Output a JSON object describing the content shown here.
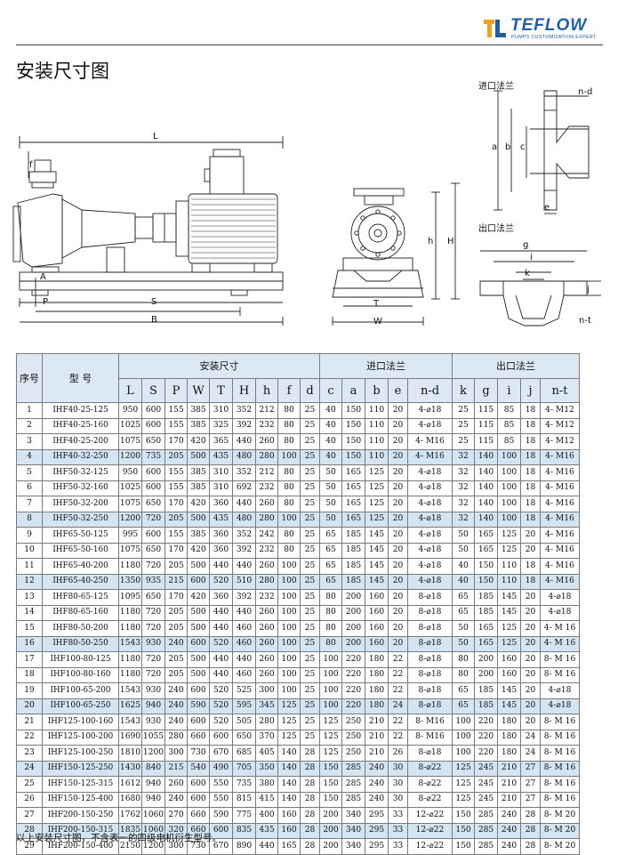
{
  "brand": {
    "name": "TEFLOW",
    "tagline": "PUMPS CUSTOMIZATION EXPERT",
    "colors": {
      "primary": "#1f5fa8",
      "accent": "#f2a11b"
    }
  },
  "page": {
    "title": "安装尺寸图"
  },
  "drawing_labels": {
    "inlet_flange": "进口法兰",
    "outlet_flange": "出口法兰",
    "dims": [
      "L",
      "f",
      "A",
      "P",
      "S",
      "B",
      "T",
      "W",
      "H",
      "h",
      "n-d",
      "a",
      "b",
      "c",
      "e",
      "n-t",
      "g",
      "i",
      "k",
      "j"
    ]
  },
  "table": {
    "group_headers": {
      "seq": "序号",
      "model": "型 号",
      "install": "安装尺寸",
      "inlet": "进口法兰",
      "outlet": "出口法兰"
    },
    "columns": [
      "L",
      "S",
      "P",
      "W",
      "T",
      "H",
      "h",
      "f",
      "d",
      "c",
      "a",
      "b",
      "e",
      "n-d",
      "k",
      "g",
      "i",
      "j",
      "n-t"
    ],
    "rows": [
      [
        "1",
        "IHF40-25-125",
        "950",
        "600",
        "155",
        "385",
        "310",
        "352",
        "212",
        "80",
        "25",
        "40",
        "150",
        "110",
        "20",
        "4-⌀18",
        "25",
        "115",
        "85",
        "18",
        "4- M12"
      ],
      [
        "2",
        "IHF40-25-160",
        "1025",
        "600",
        "155",
        "385",
        "325",
        "392",
        "232",
        "80",
        "25",
        "40",
        "150",
        "110",
        "20",
        "4-⌀18",
        "25",
        "115",
        "85",
        "18",
        "4- M12"
      ],
      [
        "3",
        "IHF40-25-200",
        "1075",
        "650",
        "170",
        "420",
        "365",
        "440",
        "260",
        "80",
        "25",
        "40",
        "150",
        "110",
        "20",
        "4- M16",
        "25",
        "115",
        "85",
        "18",
        "4- M12"
      ],
      [
        "4",
        "IHF40-32-250",
        "1200",
        "735",
        "205",
        "500",
        "435",
        "480",
        "280",
        "100",
        "25",
        "40",
        "150",
        "110",
        "20",
        "4- M16",
        "32",
        "140",
        "100",
        "18",
        "4- M16"
      ],
      [
        "5",
        "IHF50-32-125",
        "950",
        "600",
        "155",
        "385",
        "310",
        "352",
        "212",
        "80",
        "25",
        "50",
        "165",
        "125",
        "20",
        "4-⌀18",
        "32",
        "140",
        "100",
        "18",
        "4- M16"
      ],
      [
        "6",
        "IHF50-32-160",
        "1025",
        "600",
        "155",
        "385",
        "310",
        "692",
        "232",
        "80",
        "25",
        "50",
        "165",
        "125",
        "20",
        "4-⌀18",
        "32",
        "140",
        "100",
        "18",
        "4- M16"
      ],
      [
        "7",
        "IHF50-32-200",
        "1075",
        "650",
        "170",
        "420",
        "360",
        "440",
        "260",
        "80",
        "25",
        "50",
        "165",
        "125",
        "20",
        "4-⌀18",
        "32",
        "140",
        "100",
        "18",
        "4- M16"
      ],
      [
        "8",
        "IHF50-32-250",
        "1200",
        "720",
        "205",
        "500",
        "435",
        "480",
        "280",
        "100",
        "25",
        "50",
        "165",
        "125",
        "20",
        "4-⌀18",
        "32",
        "140",
        "100",
        "18",
        "4- M16"
      ],
      [
        "9",
        "IHF65-50-125",
        "995",
        "600",
        "155",
        "385",
        "360",
        "352",
        "242",
        "80",
        "25",
        "65",
        "185",
        "145",
        "20",
        "4-⌀18",
        "50",
        "165",
        "125",
        "20",
        "4- M16"
      ],
      [
        "10",
        "IHF65-50-160",
        "1075",
        "650",
        "170",
        "420",
        "360",
        "392",
        "232",
        "80",
        "25",
        "65",
        "185",
        "145",
        "20",
        "4-⌀18",
        "50",
        "165",
        "125",
        "20",
        "4- M16"
      ],
      [
        "11",
        "IHF65-40-200",
        "1180",
        "720",
        "205",
        "500",
        "440",
        "440",
        "260",
        "100",
        "25",
        "65",
        "185",
        "145",
        "20",
        "4-⌀18",
        "40",
        "150",
        "110",
        "18",
        "4- M16"
      ],
      [
        "12",
        "IHF65-40-250",
        "1350",
        "935",
        "215",
        "600",
        "520",
        "510",
        "280",
        "100",
        "25",
        "65",
        "185",
        "145",
        "20",
        "4-⌀18",
        "40",
        "150",
        "110",
        "18",
        "4- M16"
      ],
      [
        "13",
        "IHF80-65-125",
        "1095",
        "650",
        "170",
        "420",
        "360",
        "392",
        "232",
        "100",
        "25",
        "80",
        "200",
        "160",
        "20",
        "8-⌀18",
        "65",
        "185",
        "145",
        "20",
        "4-⌀18"
      ],
      [
        "14",
        "IHF80-65-160",
        "1180",
        "720",
        "205",
        "500",
        "440",
        "440",
        "260",
        "100",
        "25",
        "80",
        "200",
        "160",
        "20",
        "8-⌀18",
        "65",
        "185",
        "145",
        "20",
        "4-⌀18"
      ],
      [
        "15",
        "IHF80-50-200",
        "1180",
        "720",
        "205",
        "500",
        "440",
        "460",
        "260",
        "100",
        "25",
        "80",
        "200",
        "160",
        "20",
        "8-⌀18",
        "50",
        "165",
        "125",
        "20",
        "4- M 16"
      ],
      [
        "16",
        "IHF80-50-250",
        "1543",
        "930",
        "240",
        "600",
        "520",
        "460",
        "260",
        "100",
        "25",
        "80",
        "200",
        "160",
        "20",
        "8-⌀18",
        "50",
        "165",
        "125",
        "20",
        "4- M 16"
      ],
      [
        "17",
        "IHF100-80-125",
        "1180",
        "720",
        "205",
        "500",
        "440",
        "440",
        "260",
        "100",
        "25",
        "100",
        "220",
        "180",
        "22",
        "8-⌀18",
        "80",
        "200",
        "160",
        "20",
        "8- M 16"
      ],
      [
        "18",
        "IHF100-80-160",
        "1180",
        "720",
        "205",
        "500",
        "440",
        "460",
        "260",
        "100",
        "25",
        "100",
        "220",
        "180",
        "22",
        "8-⌀18",
        "80",
        "200",
        "160",
        "20",
        "8- M 16"
      ],
      [
        "19",
        "IHF100-65-200",
        "1543",
        "930",
        "240",
        "600",
        "520",
        "525",
        "300",
        "100",
        "25",
        "100",
        "220",
        "180",
        "22",
        "8-⌀18",
        "65",
        "185",
        "145",
        "20",
        "4-⌀18"
      ],
      [
        "20",
        "IHF100-65-250",
        "1625",
        "940",
        "240",
        "590",
        "520",
        "595",
        "345",
        "125",
        "25",
        "100",
        "220",
        "180",
        "24",
        "8-⌀18",
        "65",
        "185",
        "145",
        "20",
        "4-⌀18"
      ],
      [
        "21",
        "IHF125-100-160",
        "1543",
        "930",
        "240",
        "600",
        "520",
        "505",
        "280",
        "125",
        "25",
        "125",
        "250",
        "210",
        "22",
        "8- M16",
        "100",
        "220",
        "180",
        "20",
        "8- M 16"
      ],
      [
        "22",
        "IHF125-100-200",
        "1690",
        "1055",
        "280",
        "660",
        "600",
        "650",
        "370",
        "125",
        "25",
        "125",
        "250",
        "210",
        "22",
        "8- M16",
        "100",
        "220",
        "180",
        "24",
        "8- M 16"
      ],
      [
        "23",
        "IHF125-100-250",
        "1810",
        "1200",
        "300",
        "730",
        "670",
        "685",
        "405",
        "140",
        "28",
        "125",
        "250",
        "210",
        "26",
        "8-⌀18",
        "100",
        "220",
        "180",
        "24",
        "8- M 16"
      ],
      [
        "24",
        "IHF150-125-250",
        "1430",
        "840",
        "215",
        "540",
        "490",
        "705",
        "350",
        "140",
        "28",
        "150",
        "285",
        "240",
        "30",
        "8-⌀22",
        "125",
        "245",
        "210",
        "27",
        "8- M 16"
      ],
      [
        "25",
        "IHF150-125-315",
        "1612",
        "940",
        "260",
        "600",
        "550",
        "735",
        "380",
        "140",
        "28",
        "150",
        "285",
        "240",
        "30",
        "8-⌀22",
        "125",
        "245",
        "210",
        "27",
        "8- M 16"
      ],
      [
        "26",
        "IHF150-125-400",
        "1680",
        "940",
        "240",
        "600",
        "550",
        "815",
        "415",
        "140",
        "28",
        "150",
        "285",
        "240",
        "30",
        "8-⌀22",
        "125",
        "245",
        "210",
        "27",
        "8- M 16"
      ],
      [
        "27",
        "IHF200-150-250",
        "1762",
        "1060",
        "270",
        "660",
        "590",
        "775",
        "400",
        "160",
        "28",
        "200",
        "340",
        "295",
        "33",
        "12-⌀22",
        "150",
        "285",
        "240",
        "28",
        "8- M 20"
      ],
      [
        "28",
        "IHF200-150-315",
        "1835",
        "1060",
        "320",
        "660",
        "600",
        "835",
        "435",
        "160",
        "28",
        "200",
        "340",
        "295",
        "33",
        "12-⌀22",
        "150",
        "285",
        "240",
        "28",
        "8- M 20"
      ],
      [
        "29",
        "IHF200-150-400",
        "2150",
        "1200",
        "300",
        "730",
        "670",
        "890",
        "440",
        "165",
        "28",
        "200",
        "340",
        "295",
        "33",
        "12-⌀22",
        "150",
        "285",
        "240",
        "28",
        "8- M 20"
      ]
    ],
    "highlighted_rows": [
      "4",
      "8",
      "12",
      "16",
      "20",
      "24",
      "28"
    ]
  },
  "footnote": "以上安装尺寸图，不含表一的四级电机衍生型号。"
}
